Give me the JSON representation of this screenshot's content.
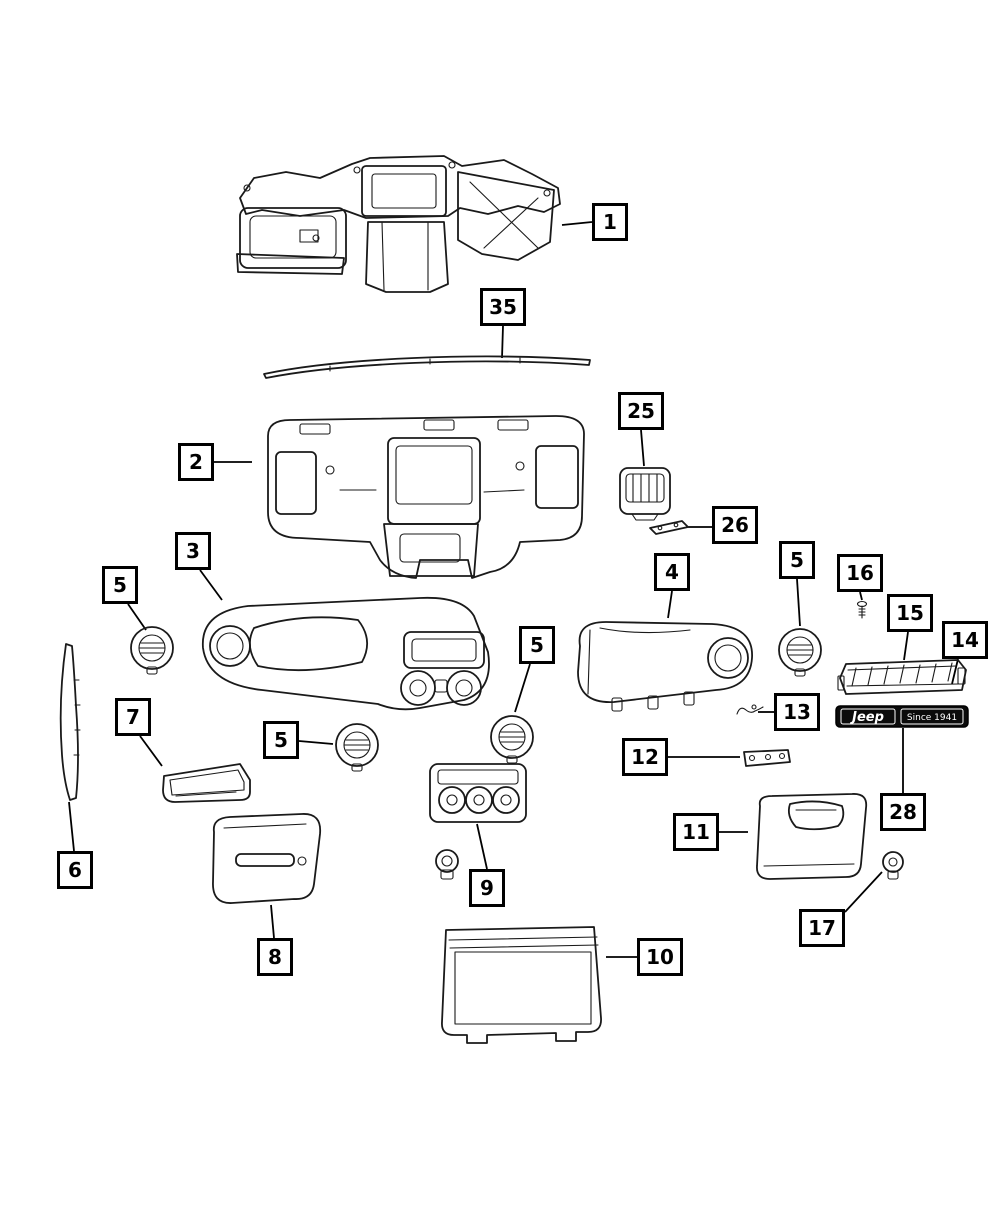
{
  "diagram": {
    "badge": {
      "brand": "Jeep",
      "tagline": "Since 1941"
    },
    "colors": {
      "line": "#1a1a1a",
      "background": "#ffffff",
      "badge_bg": "#000000",
      "badge_text": "#ffffff"
    },
    "callouts": [
      {
        "id": "callout-1",
        "label": "1"
      },
      {
        "id": "callout-35",
        "label": "35"
      },
      {
        "id": "callout-2",
        "label": "2"
      },
      {
        "id": "callout-25",
        "label": "25"
      },
      {
        "id": "callout-26",
        "label": "26"
      },
      {
        "id": "callout-3",
        "label": "3"
      },
      {
        "id": "callout-4",
        "label": "4"
      },
      {
        "id": "callout-5a",
        "label": "5"
      },
      {
        "id": "callout-5b",
        "label": "5"
      },
      {
        "id": "callout-16",
        "label": "16"
      },
      {
        "id": "callout-15",
        "label": "15"
      },
      {
        "id": "callout-14",
        "label": "14"
      },
      {
        "id": "callout-5c",
        "label": "5"
      },
      {
        "id": "callout-13",
        "label": "13"
      },
      {
        "id": "callout-7",
        "label": "7"
      },
      {
        "id": "callout-5d",
        "label": "5"
      },
      {
        "id": "callout-12",
        "label": "12"
      },
      {
        "id": "callout-28",
        "label": "28"
      },
      {
        "id": "callout-11",
        "label": "11"
      },
      {
        "id": "callout-6",
        "label": "6"
      },
      {
        "id": "callout-9",
        "label": "9"
      },
      {
        "id": "callout-17",
        "label": "17"
      },
      {
        "id": "callout-8",
        "label": "8"
      },
      {
        "id": "callout-10",
        "label": "10"
      }
    ]
  }
}
